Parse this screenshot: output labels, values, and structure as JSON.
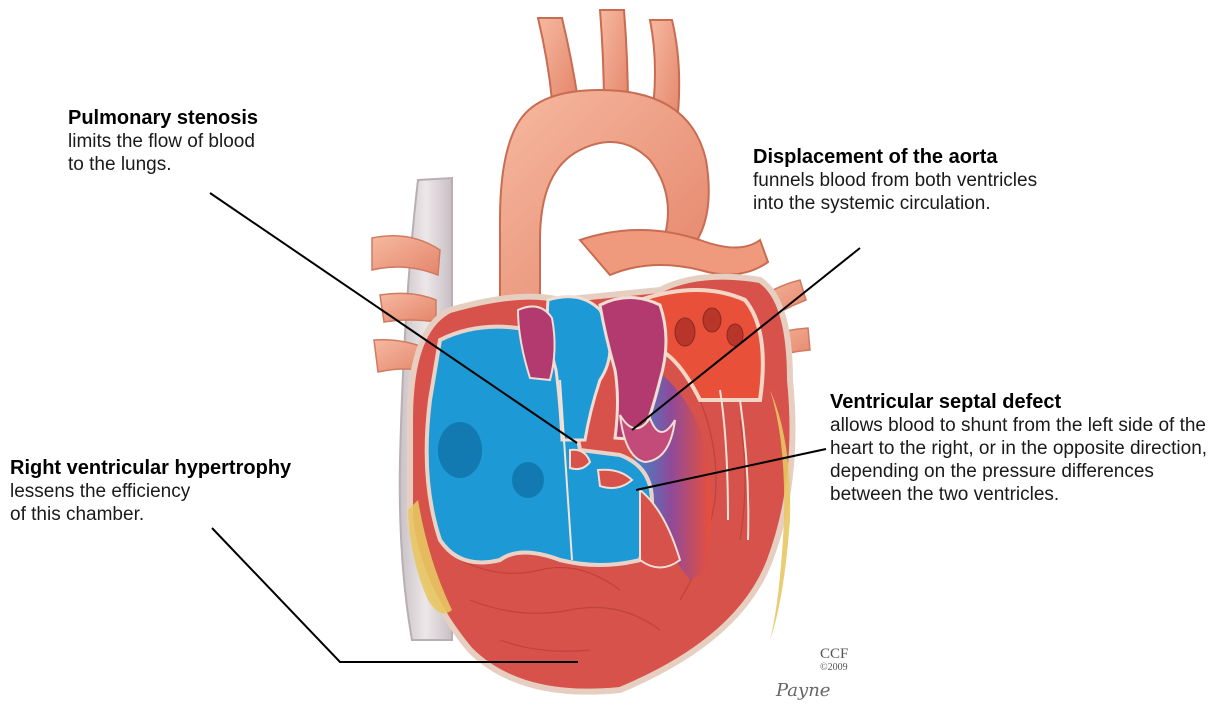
{
  "labels": {
    "pulmonary_stenosis": {
      "title": "Pulmonary stenosis",
      "desc": "limits the flow of blood\nto the lungs."
    },
    "aorta": {
      "title": "Displacement of the aorta",
      "desc": "funnels blood from both ventricles\ninto the systemic circulation."
    },
    "vsd": {
      "title": "Ventricular septal defect",
      "desc": "allows blood to shunt from the left side of the heart to the right, or in the opposite direction, depending on the pressure differences between the two ventricles."
    },
    "rvh": {
      "title": "Right ventricular hypertrophy",
      "desc": "lessens the efficiency\nof this chamber."
    }
  },
  "credit": {
    "mark": "CCF",
    "year": "©2009",
    "signature": "Payne"
  },
  "colors": {
    "oxygen_poor": "#1d9ad6",
    "oxygen_rich": "#e8503a",
    "mixed": "#b23a6e",
    "myocardium": "#d6524a",
    "vessel_light": "#f2a88d",
    "vena_cava": "#dcd4d6"
  }
}
